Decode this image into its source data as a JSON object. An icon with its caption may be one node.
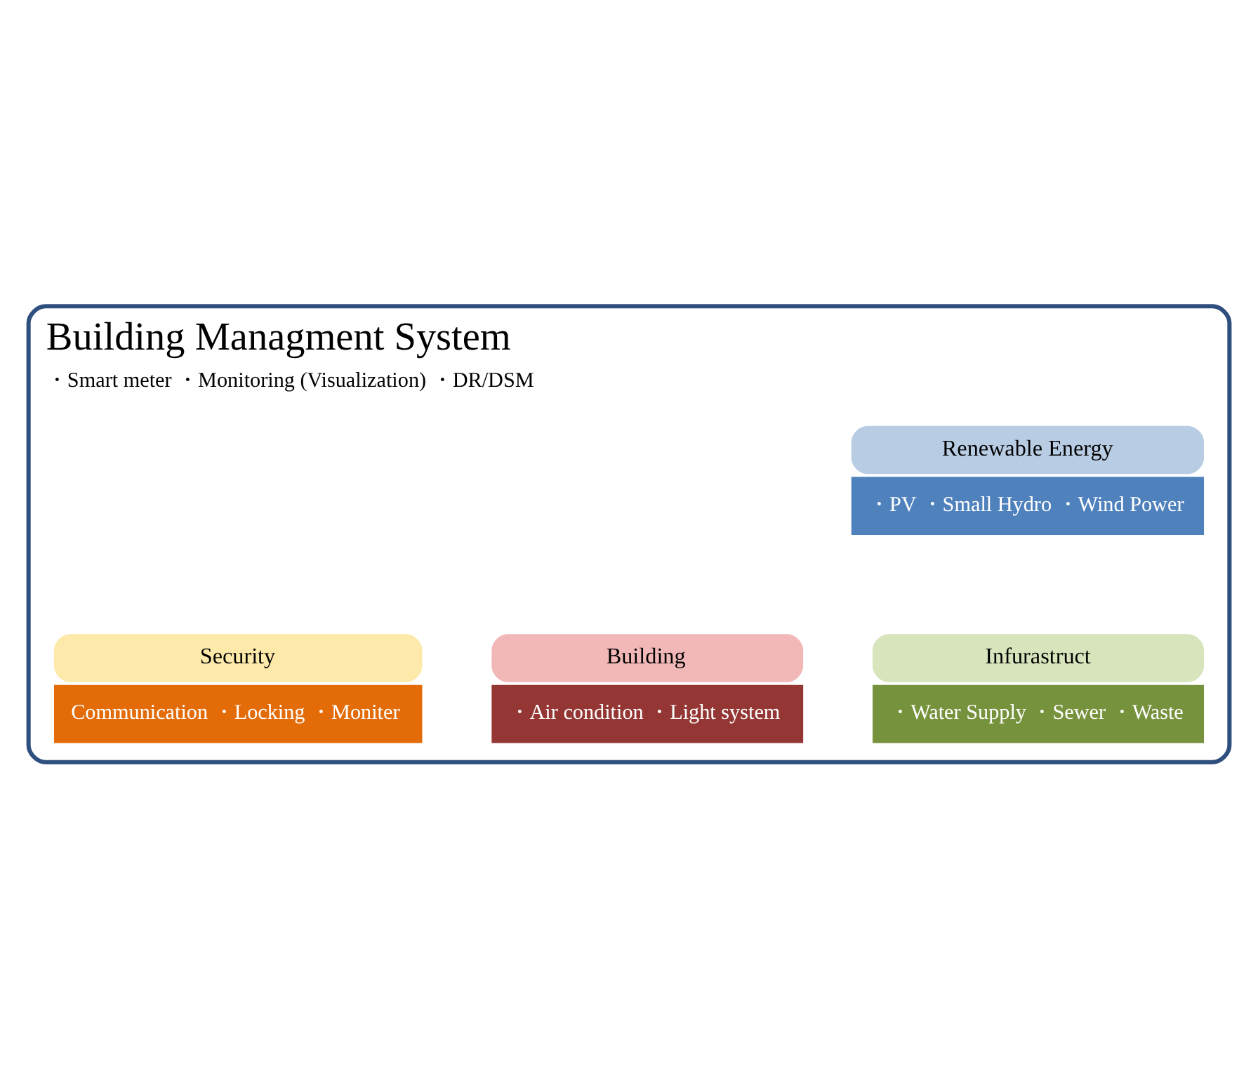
{
  "diagram": {
    "nodes": [
      {
        "text": [
          "Building Managment System",
          "・Smart meter ・Monitoring (Visualization) ・DR/DSM"
        ]
      },
      {
        "text": [
          "Renewable Energy",
          "・PV ・Small Hydro ・Wind Power"
        ],
        "in": 0
      },
      {
        "text": [
          "Building",
          "・Air condition ・Light system"
        ],
        "in": 0
      },
      {
        "text": [
          "Infurastruct",
          "・Water Supply ・Sewer ・Waste"
        ],
        "in": 0
      },
      {
        "text": [
          "Security",
          "Communication ・Locking ・Moniter"
        ],
        "in": 0
      }
    ],
    "edges": []
  }
}
